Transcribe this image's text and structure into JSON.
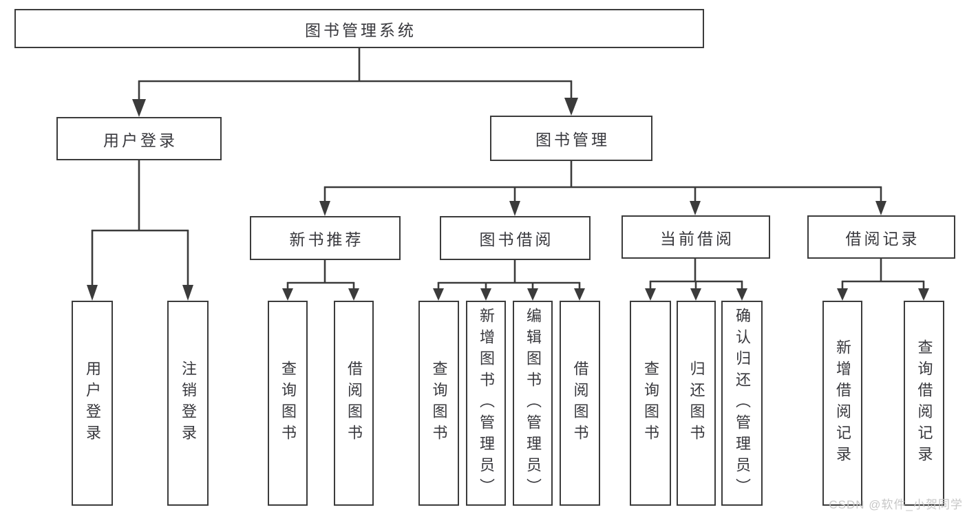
{
  "diagram": {
    "type": "hierarchy-tree",
    "colors": {
      "line": "#3b3b3b",
      "box_border": "#3b3b3b",
      "box_fill": "#ffffff",
      "text": "#38383d",
      "background": "#ffffff",
      "watermark_text": "#c7c7c7"
    },
    "watermark": "CSDN @软件_小贺同学",
    "nodes": {
      "root": {
        "label": "图书管理系统"
      },
      "user_login": {
        "label": "用户登录"
      },
      "book_mgmt": {
        "label": "图书管理"
      },
      "new_book_rec": {
        "label": "新书推荐"
      },
      "book_borrow": {
        "label": "图书借阅"
      },
      "current_borrow": {
        "label": "当前借阅"
      },
      "borrow_records": {
        "label": "借阅记录"
      },
      "leaf_user_login": {
        "label": "用户登录"
      },
      "leaf_logout": {
        "label": "注销登录"
      },
      "leaf_query_book_1": {
        "label": "查询图书"
      },
      "leaf_borrow_book_1": {
        "label": "借阅图书"
      },
      "leaf_query_book_2": {
        "label": "查询图书"
      },
      "leaf_add_book": {
        "label": "新增图书（管理员）"
      },
      "leaf_edit_book": {
        "label": "编辑图书（管理员）"
      },
      "leaf_borrow_book_2": {
        "label": "借阅图书"
      },
      "leaf_query_book_3": {
        "label": "查询图书"
      },
      "leaf_return_book": {
        "label": "归还图书"
      },
      "leaf_confirm_return": {
        "label": "确认归还（管理员）"
      },
      "leaf_add_record": {
        "label": "新增借阅记录"
      },
      "leaf_query_record": {
        "label": "查询借阅记录"
      }
    },
    "edges": [
      [
        "root",
        "user_login"
      ],
      [
        "root",
        "book_mgmt"
      ],
      [
        "user_login",
        "leaf_user_login"
      ],
      [
        "user_login",
        "leaf_logout"
      ],
      [
        "book_mgmt",
        "new_book_rec"
      ],
      [
        "book_mgmt",
        "book_borrow"
      ],
      [
        "book_mgmt",
        "current_borrow"
      ],
      [
        "book_mgmt",
        "borrow_records"
      ],
      [
        "new_book_rec",
        "leaf_query_book_1"
      ],
      [
        "new_book_rec",
        "leaf_borrow_book_1"
      ],
      [
        "book_borrow",
        "leaf_query_book_2"
      ],
      [
        "book_borrow",
        "leaf_add_book"
      ],
      [
        "book_borrow",
        "leaf_edit_book"
      ],
      [
        "book_borrow",
        "leaf_borrow_book_2"
      ],
      [
        "current_borrow",
        "leaf_query_book_3"
      ],
      [
        "current_borrow",
        "leaf_return_book"
      ],
      [
        "current_borrow",
        "leaf_confirm_return"
      ],
      [
        "borrow_records",
        "leaf_add_record"
      ],
      [
        "borrow_records",
        "leaf_query_record"
      ]
    ]
  }
}
